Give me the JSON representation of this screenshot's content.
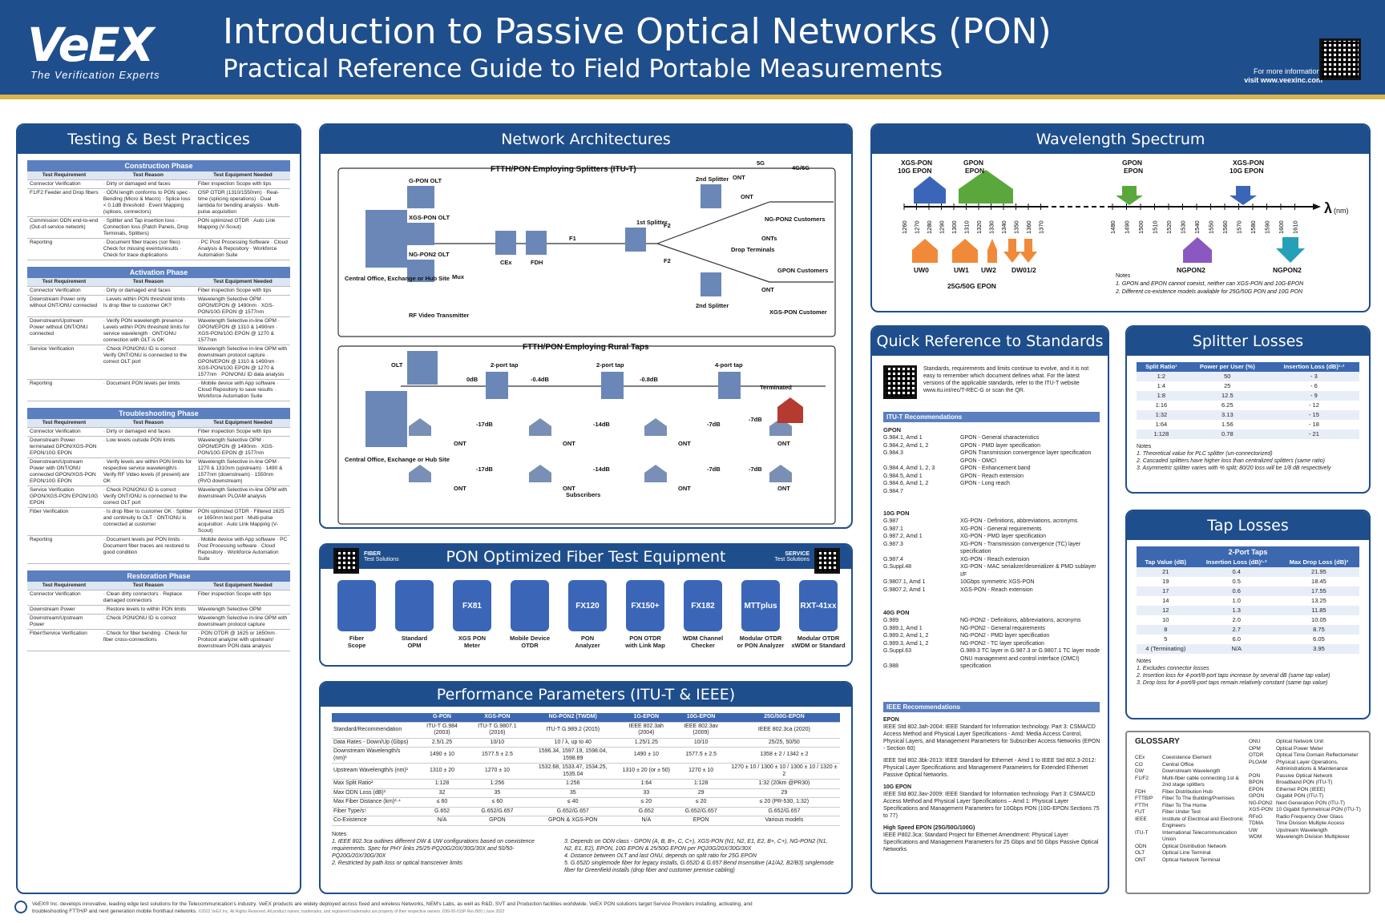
{
  "header": {
    "logo": "VeEX",
    "tagline": "The Verification Experts",
    "title": "Introduction to Passive Optical Networks (PON)",
    "subtitle": "Practical Reference Guide to Field Portable Measurements",
    "more_info": "For more information,",
    "visit": "visit www.veexinc.com"
  },
  "testing": {
    "title": "Testing & Best Practices",
    "cols": [
      "Test Requirement",
      "Test Reason",
      "Test Equipment Needed"
    ],
    "phases": [
      {
        "name": "Construction Phase",
        "rows": [
          [
            "Connector Verification",
            "· Dirty or damaged end faces",
            "Fiber inspection Scope with tips"
          ],
          [
            "F1/F2 Feeder and Drop fibers",
            "· ODN length conforms to PON spec · Bending (Micro & Macro) · Splice loss < 0.1dB threshold · Event Mapping (splices, connectors)",
            "OSP OTDR (1310/1550nm) · Real-time (splicing operations) · Dual lambda for bending analysis · Multi-pulse acquisition"
          ],
          [
            "Commission ODN end-to-end (Out-of-service network)",
            "· Splitter and Tap insertion loss · Connection loss (Patch Panels, Drop Terminals, Splitters)",
            "PON optimized OTDR · Auto Link Mapping (V-Scout)"
          ],
          [
            "Reporting",
            "· Document fiber traces (sor files) · Check for missing events/results · Check for trace duplications",
            "· PC Post Processing Software · Cloud Analysis & Repository · Workforce Automation Suite"
          ]
        ]
      },
      {
        "name": "Activation Phase",
        "rows": [
          [
            "Connector Verification",
            "· Dirty or damaged end faces",
            "Fiber inspection Scope with tips"
          ],
          [
            "Downstream Power only without ONT/ONU connected",
            "· Levels within PON threshold limits · Is drop fiber to customer OK?",
            "Wavelength Selective OPM · GPON/EPON @ 1490nm · XGS-PON/10G EPON @ 1577nm"
          ],
          [
            "Downstream/Upstream Power without ONT/ONU connected",
            "· Verify PON wavelength presence · Levels within PON threshold limits for service wavelength · ONT/ONU connection with OLT is OK",
            "Wavelength Selective in-line OPM · GPON/EPON @ 1310 & 1490nm · XGS-PON/10G EPON @ 1270 & 1577nm"
          ],
          [
            "Service Verification",
            "· Check PON/ONU ID is correct · Verify ONT/ONU is connected to the correct OLT port",
            "Wavelength Selective in-line OPM with downstream protocol capture · GPON/EPON @ 1310 & 1490nm · XGS-PON/10G EPON @ 1270 & 1577nm · PON/ONU ID data analysis"
          ],
          [
            "Reporting",
            "· Document PON levels per limits",
            "· Mobile device with App software · Cloud Repository to save results · Workforce Automation Suite"
          ]
        ]
      },
      {
        "name": "Troubleshooting Phase",
        "rows": [
          [
            "Connector Verification",
            "· Dirty or damaged end faces",
            "Fiber inspection Scope with tips"
          ],
          [
            "Downstream Power terminated GPON/XGS-PON EPON/10G EPON",
            "· Low levels outside PON limits",
            "Wavelength Selective OPM · GPON/EPON @ 1490nm · XGS-PON/10G EPON @ 1577nm"
          ],
          [
            "Downstream/Upstream Power with ONT/ONU connected GPON/XGS-PON EPON/10G EPON",
            "· Verify levels are within PON limits for respective service wavelength/s · Verify RF Video levels (if present) are OK",
            "Wavelength Selective in-line OPM · 1270 & 1310nm (upstream) · 1490 & 1577nm (downstream) · 1550nm (RVO downstream)"
          ],
          [
            "Service Verification GPON/XGS-PON EPON/10G EPON",
            "· Check PON/ONU ID is correct · Verify ONT/ONU is connected to the correct OLT port",
            "Wavelength Selective in-line OPM with downstream PLOAM analysis"
          ],
          [
            "Fiber Verification",
            "· Is drop fiber to customer OK · Splitter and continuity to OLT · ONT/ONU is connected at customer",
            "PON optimized OTDR · Filtered 1625 or 1650nm test port · Multi-pulse acquisition · Auto Link Mapping (V-Scout)"
          ],
          [
            "Reporting",
            "· Document levels per PON limits · Document fiber traces are restored to good condition",
            "· Mobile device with App software · PC Post Processing software · Cloud Repository · Workforce Automation Suite"
          ]
        ]
      },
      {
        "name": "Restoration Phase",
        "rows": [
          [
            "Connector Verification",
            "· Clean dirty connectors · Replace damaged connectors",
            "Fiber inspection Scope with tips"
          ],
          [
            "Downstream Power",
            "· Restore levels to within PON limits",
            "Wavelength Selective OPM"
          ],
          [
            "Downstream/Upstream Power",
            "· Check PON/ONU ID is correct",
            "Wavelength Selective in-line OPM with downstream protocol capture"
          ],
          [
            "Fiber/Service Verification",
            "· Check for fiber bending · Check for fiber cross-connections",
            "· PON OTDR @ 1625 or 1650nm · Protocol analyzer with upstream/ downstream PON data analysis"
          ]
        ]
      }
    ]
  },
  "network": {
    "title": "Network Architectures",
    "ftth_title": "FTTH/PON Employing Splitters (ITU-T)",
    "rural_title": "FTTH/PON Employing Rural Taps",
    "labels": {
      "gpon_olt": "G-PON OLT",
      "xgs_olt": "XGS-PON OLT",
      "ng_olt": "NG-PON2 OLT",
      "mux": "Mux",
      "cex": "CEx",
      "fdh": "FDH",
      "f1": "F1",
      "f2a": "F2",
      "f2b": "F2",
      "split1": "1st Splitter",
      "split2a": "2nd Splitter",
      "split2b": "2nd Splitter",
      "drop": "Drop Terminals",
      "central": "Central Office, Exchange or Hub Site",
      "rfvideo": "RF Video Transmitter",
      "g5": "5G",
      "g45": "4G/5G",
      "ont1": "ONT",
      "ont2": "ONT",
      "onts": "ONTs",
      "ont3": "ONT",
      "ng_cust": "NG-PON2 Customers",
      "gpon_cust": "GPON Customers",
      "xgs_cust": "XGS-PON Customer",
      "olt": "OLT",
      "tap2a": "2-port tap",
      "tap2b": "2-port tap",
      "tap4": "4-port tap",
      "db0": "0dB",
      "db04": "-0.4dB",
      "db08": "-0.8dB",
      "terminated": "Terminated",
      "central2": "Central Office, Exchange or Hub Site",
      "subs": "Subscribers",
      "l17a": "-17dB",
      "l14a": "-14dB",
      "l7a": "-7dB",
      "l7b": "-7dB",
      "l17b": "-17dB",
      "l14b": "-14dB",
      "l7c": "-7dB",
      "l7d": "-7dB",
      "o1": "ONT",
      "o2": "ONT",
      "o3": "ONT",
      "o4": "ONT",
      "o5": "ONT",
      "o6": "ONT",
      "o7": "ONT",
      "o8": "ONT"
    }
  },
  "equipment": {
    "title": "PON Optimized Fiber Test Equipment",
    "fiber": "FIBER",
    "fiber_sub": "Test Solutions",
    "service": "SERVICE",
    "service_sub": "Test Solutions",
    "items": [
      {
        "l1": "Fiber",
        "l2": "Scope",
        "box": ""
      },
      {
        "l1": "Standard",
        "l2": "OPM",
        "box": ""
      },
      {
        "l1": "XGS PON",
        "l2": "Meter",
        "box": "FX81"
      },
      {
        "l1": "Mobile Device",
        "l2": "OTDR",
        "box": ""
      },
      {
        "l1": "PON",
        "l2": "Analyzer",
        "box": "FX120"
      },
      {
        "l1": "PON OTDR",
        "l2": "with Link Map",
        "box": "FX150+"
      },
      {
        "l1": "WDM Channel",
        "l2": "Checker",
        "box": "FX182"
      },
      {
        "l1": "Modular OTDR",
        "l2": "or PON Analyzer",
        "box": "MTTplus"
      },
      {
        "l1": "Modular OTDR",
        "l2": "xWDM or Standard",
        "box": "RXT-41xx"
      }
    ]
  },
  "performance": {
    "title": "Performance Parameters (ITU-T & IEEE)",
    "cols": [
      "",
      "G-PON",
      "XGS-PON",
      "NG-PON2 (TWDM)",
      "1G-EPON",
      "10G-EPON",
      "25G/50G-EPON"
    ],
    "rows": [
      [
        "Standard/Recommendation",
        "ITU-T G.984 (2003)",
        "ITU-T G.9807.1 (2016)",
        "ITU-T G.989.2 (2015)",
        "IEEE 802.3ah (2004)",
        "IEEE 802.3av (2009)",
        "IEEE 802.3ca (2020)"
      ],
      [
        "Data Rates - Down/Up (Gbps)",
        "2.5/1.25",
        "10/10",
        "10 / λ, up to 40",
        "1.25/1.25",
        "10/10",
        "25/25, 50/50"
      ],
      [
        "Downstream Wavelength/s (nm)¹",
        "1490 ± 10",
        "1577.5 ± 2.5",
        "1596.34, 1597.19, 1598.04, 1598.89",
        "1490 ± 10",
        "1577.5 ± 2.5",
        "1358 ± 2 / 1342 ± 2"
      ],
      [
        "Upstream Wavelength/s (nm)¹",
        "1310 ± 20",
        "1270 ± 10",
        "1532.68, 1533.47, 1534.25, 1535.04",
        "1310 ± 20 (or ± 50)",
        "1270 ± 10",
        "1270 ± 10 / 1300 ± 10 / 1300 ± 10 / 1320 ± 2"
      ],
      [
        "Max Split Ratio²",
        "1:128",
        "1:256",
        "1:256",
        "1:64",
        "1:128",
        "1:32 (20km @PR30)"
      ],
      [
        "Max ODN Loss (dB)³",
        "32",
        "35",
        "35",
        "33",
        "29",
        "29"
      ],
      [
        "Max Fiber Distance (km)³·⁴",
        "≤ 60",
        "≤ 60",
        "≤ 40",
        "≤ 20",
        "≤ 20",
        "≤ 20 (PR-530, 1:32)"
      ],
      [
        "Fiber Type/s⁵",
        "G.652",
        "G.652/G.657",
        "G.652/G.657",
        "G.652",
        "G.652/G.657",
        "G.652/G.657"
      ],
      [
        "Co-Existence",
        "N/A",
        "GPON",
        "GPON & XGS-PON",
        "N/A",
        "EPON",
        "Various models"
      ]
    ],
    "notes_title": "Notes",
    "notes_l": [
      "1. IEEE 802.3ca outlines different DW & UW configurations based on coexistence requirements. Spec for PHY links 25/25-PQ20G/20X/30G/30X and 50/50-PQ20G/20X/30G/30X",
      "2. Restricted by path loss or optical transceiver limits"
    ],
    "notes_r": [
      "3. Depends on ODN class - GPON (A, B, B+, C, C+), XGS-PON (N1, N2, E1, E2, B+, C+), NG-PON2 (N1, N2, E1, E2), EPON, 10G EPON & 25/50G EPON per PQ20G/20X/30G/30X",
      "4. Distance between OLT and last ONU, depends on split ratio for 25G EPON",
      "5. G.652D singlemode fiber for legacy installs, G.652D & G.657 Bend Insensitive (A1/A2, B2/B3) singlemode fiber for Greenfield installs (drop fiber and customer premise cabling)"
    ]
  },
  "wavelength": {
    "title": "Wavelength Spectrum",
    "xgs10": "XGS-PON",
    "xgs10b": "10G EPON",
    "gpon": "GPON",
    "gponb": "EPON",
    "gpon2": "GPON",
    "gpon2b": "EPON",
    "xgs2": "XGS-PON",
    "xgs2b": "10G EPON",
    "ticks_a": [
      "1260",
      "1270",
      "1280",
      "1290",
      "1300",
      "1310",
      "1320",
      "1330",
      "1340",
      "1350",
      "1360",
      "1370"
    ],
    "ticks_b": [
      "1480",
      "1490",
      "1500",
      "1510",
      "1520",
      "1530",
      "1540",
      "1550",
      "1560",
      "1570",
      "1580",
      "1590",
      "1600",
      "1610"
    ],
    "lambda": "λ",
    "unit": "(nm)",
    "uw0": "UW0",
    "uw1": "UW1",
    "uw2": "UW2",
    "dw": "DW01/2",
    "epon25": "25G/50G EPON",
    "ng1": "NGPON2",
    "ng2": "NGPON2",
    "notes_title": "Notes",
    "notes": [
      "1. GPON and EPON cannot coexist, neither can XGS-PON and 10G-EPON",
      "2. Different co-existence models available for 25G/50G PON and 10G PON"
    ]
  },
  "standards": {
    "title": "Quick Reference to Standards",
    "intro": "Standards, requirements and limits continue to evolve, and it is not easy to remember which document defines what. For the latest versions of the applicable standards, refer to the ITU-T website www.itu.int/rec/T-REC-G or scan the QR.",
    "itu_title": "ITU-T Recommendations",
    "gpon": "GPON",
    "gpon_ids": "G.984.1, Amd 1\nG.984.2, Amd 1, 2\nG.984.3\n\nG.984.4, Amd 1, 2, 3\nG.984.5, Amd 1\nG.984.6, Amd 1, 2\nG.984.7",
    "gpon_desc": [
      "GPON - General characteristics",
      "GPON - PMD layer specification",
      "GPON Transmission convergence layer specification",
      "GPON - OMCI",
      "GPON - Enhancement band",
      "GPON - Reach extension",
      "GPON - Long reach"
    ],
    "x10": "10G PON",
    "x10_ids": "G.987\nG.987.1\nG.987.2, Amd 1\nG.987.3\n\nG.987.4\nG.Suppl.48\n\nG.9807.1, Amd 1\nG.9807.2, Amd 1",
    "x10_desc": [
      "XG-PON - Definitions, abbreviations, acronyms",
      "XG-PON - General requirements",
      "XG-PON - PMD layer specification",
      "XG-PON - Transmission convergence (TC) layer specification",
      "XG-PON - Reach extension",
      "XG-PON - MAC serializer/deserializer & PMD sublayer I/F",
      "10Gbps symmetric XGS-PON",
      "XGS-PON - Reach extension"
    ],
    "x40": "40G PON",
    "x40_ids": "G.989\nG.989.1, Amd 1\nG.989.2, Amd 1, 2\nG.989.3, Amd 1, 2\nG.Suppl.63\n\nG.988",
    "x40_desc": [
      "NG-PON2 - Definitions, abbreviations, acronyms",
      "NG-PON2 - General requirements",
      "NG-PON2 - PMD layer specification",
      "NG-PON2 - TC layer specification",
      "G.989.3 TC layer in G.987.3 or G.9807.1 TC layer mode",
      "ONU management and control interface (OMCI) specification"
    ],
    "ieee_title": "IEEE Recommendations",
    "epon": "EPON",
    "epon_t1": "IEEE Std 802.3ah-2004: IEEE Standard for Information technology. Part 3: CSMA/CD Access Method and Physical Layer Specifications - Amd: Media Access Control, Physical Layers, and Management Parameters for Subscriber Access Networks (EPON - Section 60)",
    "epon_t2": "IEEE Std 802.3bk-2013: IEEE Standard for Ethernet - Amd 1 to IEEE Std 802.3-2012: Physical Layer Specifications and Management Parameters for Extended Ethernet Passive Optical Networks.",
    "e10": "10G EPON",
    "e10_t": "IEEE Std 802.3av-2009: IEEE Standard for Information technology. Part 3: CSMA/CD Access Method and Physical Layer Specifications – Amd 1: Physical Layer Specifications and Management Parameters for 10Gbps PON (10G-EPON Sections 75 to 77)",
    "e25": "High Speed EPON (25G/50G/100G)",
    "e25_t": "IEEE P802.3ca: Standard Project for Ethernet Amendment: Physical Layer Specifications and Management Parameters for 25 Gbps and 50 Gbps Passive Optical Networks"
  },
  "splitter": {
    "title": "Splitter Losses",
    "cols": [
      "Split Ratio¹",
      "Power per User (%)",
      "Insertion Loss (dB)¹·²"
    ],
    "rows": [
      [
        "1:2",
        "50",
        "- 3"
      ],
      [
        "1:4",
        "25",
        "- 6"
      ],
      [
        "1:8",
        "12.5",
        "- 9"
      ],
      [
        "1:16",
        "6.25",
        "- 12"
      ],
      [
        "1:32",
        "3.13",
        "- 15"
      ],
      [
        "1:64",
        "1.56",
        "- 18"
      ],
      [
        "1:128",
        "0.78",
        "- 21"
      ]
    ],
    "notes_title": "Notes",
    "notes": [
      "1. Theoretical value for PLC splitter (un-connectorized)",
      "2. Cascaded splitters have higher loss than centralized splitters (same ratio)",
      "3. Asymmetric splitter varies with % split; 80/20 loss will be 1/8 dB respectively"
    ]
  },
  "tap": {
    "title": "Tap Losses",
    "sub": "2-Port Taps",
    "cols": [
      "Tap Value (dB)",
      "Insertion Loss (dB)¹·²",
      "Max Drop Loss (dB)³"
    ],
    "rows": [
      [
        "21",
        "0.4",
        "21.95"
      ],
      [
        "19",
        "0.5",
        "18.45"
      ],
      [
        "17",
        "0.6",
        "17.55"
      ],
      [
        "14",
        "1.0",
        "13.25"
      ],
      [
        "12",
        "1.3",
        "11.85"
      ],
      [
        "10",
        "2.0",
        "10.05"
      ],
      [
        "8",
        "2.7",
        "8.75"
      ],
      [
        "5",
        "6.0",
        "6.05"
      ],
      [
        "4 (Terminating)",
        "N/A",
        "3.95"
      ]
    ],
    "notes_title": "Notes",
    "notes": [
      "1. Excludes connector losses",
      "2. Insertion loss for 4-port/8-port taps increase by several dB (same tap value)",
      "3. Drop loss for 4-port/8-port taps remain relatively constant (same tap value)"
    ]
  },
  "glossary": {
    "title": "GLOSSARY",
    "left": [
      [
        "CEx",
        "Coexistence Element"
      ],
      [
        "CO",
        "Central Office"
      ],
      [
        "DW",
        "Downstream Wavelength"
      ],
      [
        "F1/F2",
        "Multi-fiber cable connecting 1st & 2nd stage splitters"
      ],
      [
        "FDH",
        "Fiber Distribution Hub"
      ],
      [
        "FTTB/P",
        "Fiber To The Building/Premises"
      ],
      [
        "FTTH",
        "Fiber To The Home"
      ],
      [
        "FUT",
        "Fiber Under Test"
      ],
      [
        "IEEE",
        "Institute of Electrical and Electronic Engineers"
      ],
      [
        "ITU-T",
        "International Telecommunication Union"
      ],
      [
        "ODN",
        "Optical Distribution Network"
      ],
      [
        "OLT",
        "Optical Line Terminal"
      ],
      [
        "ONT",
        "Optical Network Terminal"
      ]
    ],
    "right": [
      [
        "ONU",
        "Optical Network Unit"
      ],
      [
        "OPM",
        "Optical Power Meter"
      ],
      [
        "OTDR",
        "Optical Time Domain Reflectometer"
      ],
      [
        "PLOAM",
        "Physical Layer Operations, Administrations & Maintenance"
      ],
      [
        "PON",
        "Passive Optical Network"
      ],
      [
        "BPON",
        "Broadband PON (ITU-T)"
      ],
      [
        "EPON",
        "Ethernet PON (IEEE)"
      ],
      [
        "GPON",
        "Gigabit PON (ITU-T)"
      ],
      [
        "NG-PON2",
        "Next Generation PON (ITU-T)"
      ],
      [
        "XGS-PON",
        "10 Gigabit Symmetrical PON (ITU-T)"
      ],
      [
        "RFoG",
        "Radio Frequency Over Glass"
      ],
      [
        "TDMA",
        "Time Division Multiple Access"
      ],
      [
        "UW",
        "Upstream Wavelength"
      ],
      [
        "WDM",
        "Wavelength Division Multiplexer"
      ]
    ]
  },
  "footer": {
    "line1": "VeEX® Inc. develops innovative, leading edge test solutions for the Telecommunication's industry. VeEX products are widely deployed across fixed and wireless Networks, NEM's Labs, as well as R&D, SVT and Production facilities worldwide. VeEX PON solutions target Service Providers installing, activating, and",
    "line2": "troubleshooting FTTH/P and next generation mobile fronthaul networks.",
    "line2b": "©2022 VeEX Inc. All Rights Reserved. All product names, trademarks, and registered trademarks are property of their respective owners. D99-00-015P Rev B00 | June 2022"
  },
  "colors": {
    "brand": "#1f4e8c",
    "accent": "#d8b54a",
    "header_blue": "#3c68b0"
  }
}
